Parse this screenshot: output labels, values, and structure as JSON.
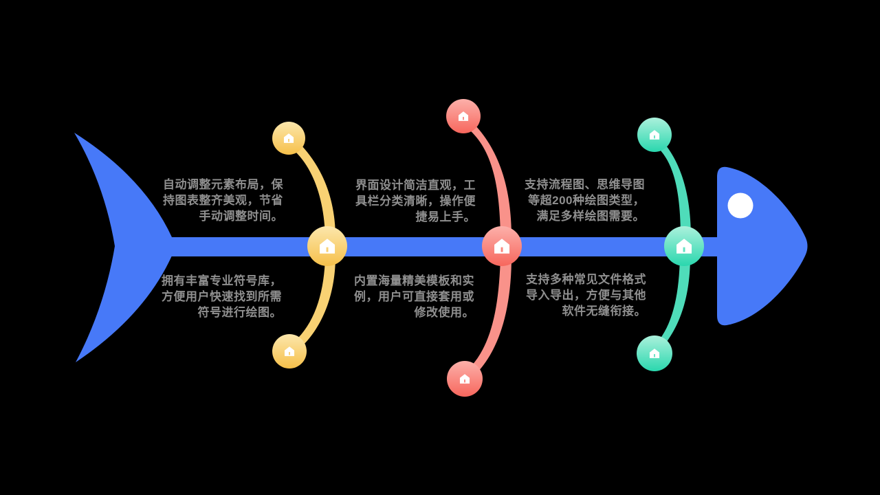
{
  "canvas": {
    "background": "#000000"
  },
  "fish": {
    "body_color": "#4779F8",
    "eye_color": "#FFFFFF",
    "parts": [
      "tail",
      "spine",
      "head",
      "eye"
    ]
  },
  "text_color": "#8F8F8F",
  "node_icon": "house-icon",
  "branches": [
    {
      "name": "yellow-branch",
      "color_light": "#FCE7AC",
      "color_dark": "#F6C04A",
      "bone_color": "#F8D173",
      "top_note": {
        "text": "自动调整元素布局，保持图表整齐美观，节省手动调整时间。",
        "lines": [
          "自动调整元素布局，保",
          "持图表整齐美观，节省",
          "手动调整时间。"
        ]
      },
      "bottom_note": {
        "text": "拥有丰富专业符号库，方便用户快速找到所需符号进行绘图。",
        "lines": [
          "拥有丰富专业符号库，",
          "方便用户快速找到所需",
          "符号进行绘图。"
        ]
      }
    },
    {
      "name": "red-branch",
      "color_light": "#FCB0AA",
      "color_dark": "#F7675D",
      "bone_color": "#F9928A",
      "top_note": {
        "text": "界面设计简洁直观，工具栏分类清晰，操作便捷易上手。",
        "lines": [
          "界面设计简洁直观，工",
          "具栏分类清晰，操作便",
          "捷易上手。"
        ]
      },
      "bottom_note": {
        "text": "内置海量精美模板和实例，用户可直接套用或修改使用。",
        "lines": [
          "内置海量精美模板和实",
          "例，用户可直接套用或",
          "修改使用。"
        ]
      }
    },
    {
      "name": "teal-branch",
      "color_light": "#ABF1DC",
      "color_dark": "#2AD7AE",
      "bone_color": "#4FDCBA",
      "top_note": {
        "text": "支持流程图、思维导图等超200种绘图类型，满足多样绘图需要。",
        "lines": [
          "支持流程图、思维导图",
          "等超200种绘图类型，",
          "满足多样绘图需要。"
        ]
      },
      "bottom_note": {
        "text": "支持多种常见文件格式导入导出，方便与其他软件无缝衔接。",
        "lines": [
          "支持多种常见文件格式",
          "导入导出，方便与其他",
          "软件无缝衔接。"
        ]
      }
    }
  ]
}
